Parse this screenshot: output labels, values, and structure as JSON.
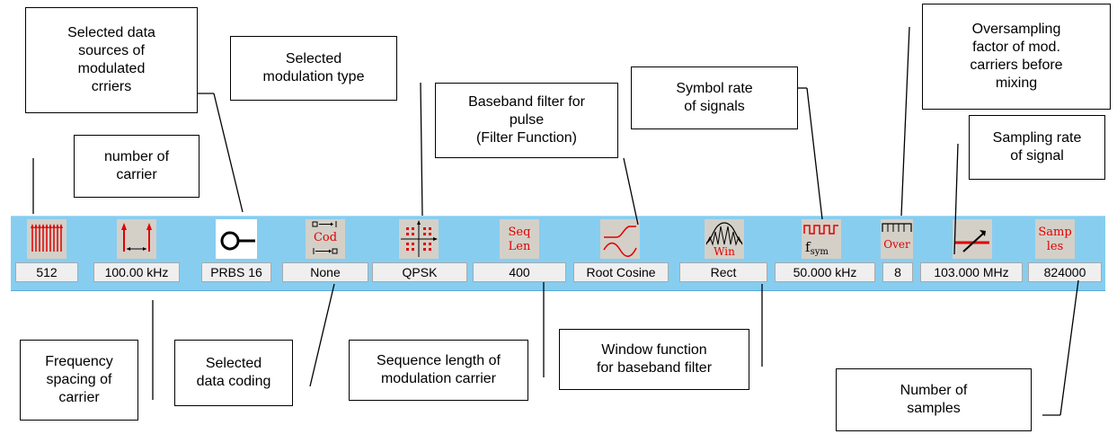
{
  "toolbar": {
    "items": [
      {
        "icon": "carrier-count-icon",
        "value": "512"
      },
      {
        "icon": "frequency-spacing-icon",
        "value": "100.00 kHz"
      },
      {
        "icon": "data-source-icon",
        "value": "PRBS 16"
      },
      {
        "icon": "coding-icon",
        "icon_label": "Cod",
        "value": "None"
      },
      {
        "icon": "constellation-icon",
        "value": "QPSK"
      },
      {
        "icon": "sequence-length-icon",
        "icon_label": "Seq Len",
        "value": "400"
      },
      {
        "icon": "filter-icon",
        "value": "Root Cosine"
      },
      {
        "icon": "window-icon",
        "icon_label": "Win",
        "value": "Rect"
      },
      {
        "icon": "symbol-rate-icon",
        "icon_label": "fsym",
        "value": "50.000 kHz"
      },
      {
        "icon": "oversampling-icon",
        "icon_label": "Over",
        "value": "8"
      },
      {
        "icon": "sampling-rate-icon",
        "value": "103.000 MHz"
      },
      {
        "icon": "samples-icon",
        "icon_label": "Samp les",
        "value": "824000"
      }
    ]
  },
  "callouts": {
    "number_of_carrier": "number of\ncarrier",
    "data_sources": "Selected data\nsources of\nmodulated\ncrriers",
    "modulation_type": "Selected\nmodulation type",
    "baseband_filter": "Baseband filter for\npulse\n(Filter Function)",
    "symbol_rate": "Symbol rate\nof signals",
    "oversampling": "Oversampling\nfactor of mod.\ncarriers before\nmixing",
    "sampling_rate": "Sampling rate\nof signal",
    "frequency_spacing": "Frequency\nspacing of\ncarrier",
    "data_coding": "Selected\ndata coding",
    "sequence_length": "Sequence length of\nmodulation carrier",
    "window_function": "Window function\nfor baseband filter",
    "number_of_samples": "Number of\nsamples"
  },
  "colors": {
    "toolbar_bg": "#87cdf0",
    "icon_red": "#e00000",
    "button_face": "#d4d0c8"
  }
}
